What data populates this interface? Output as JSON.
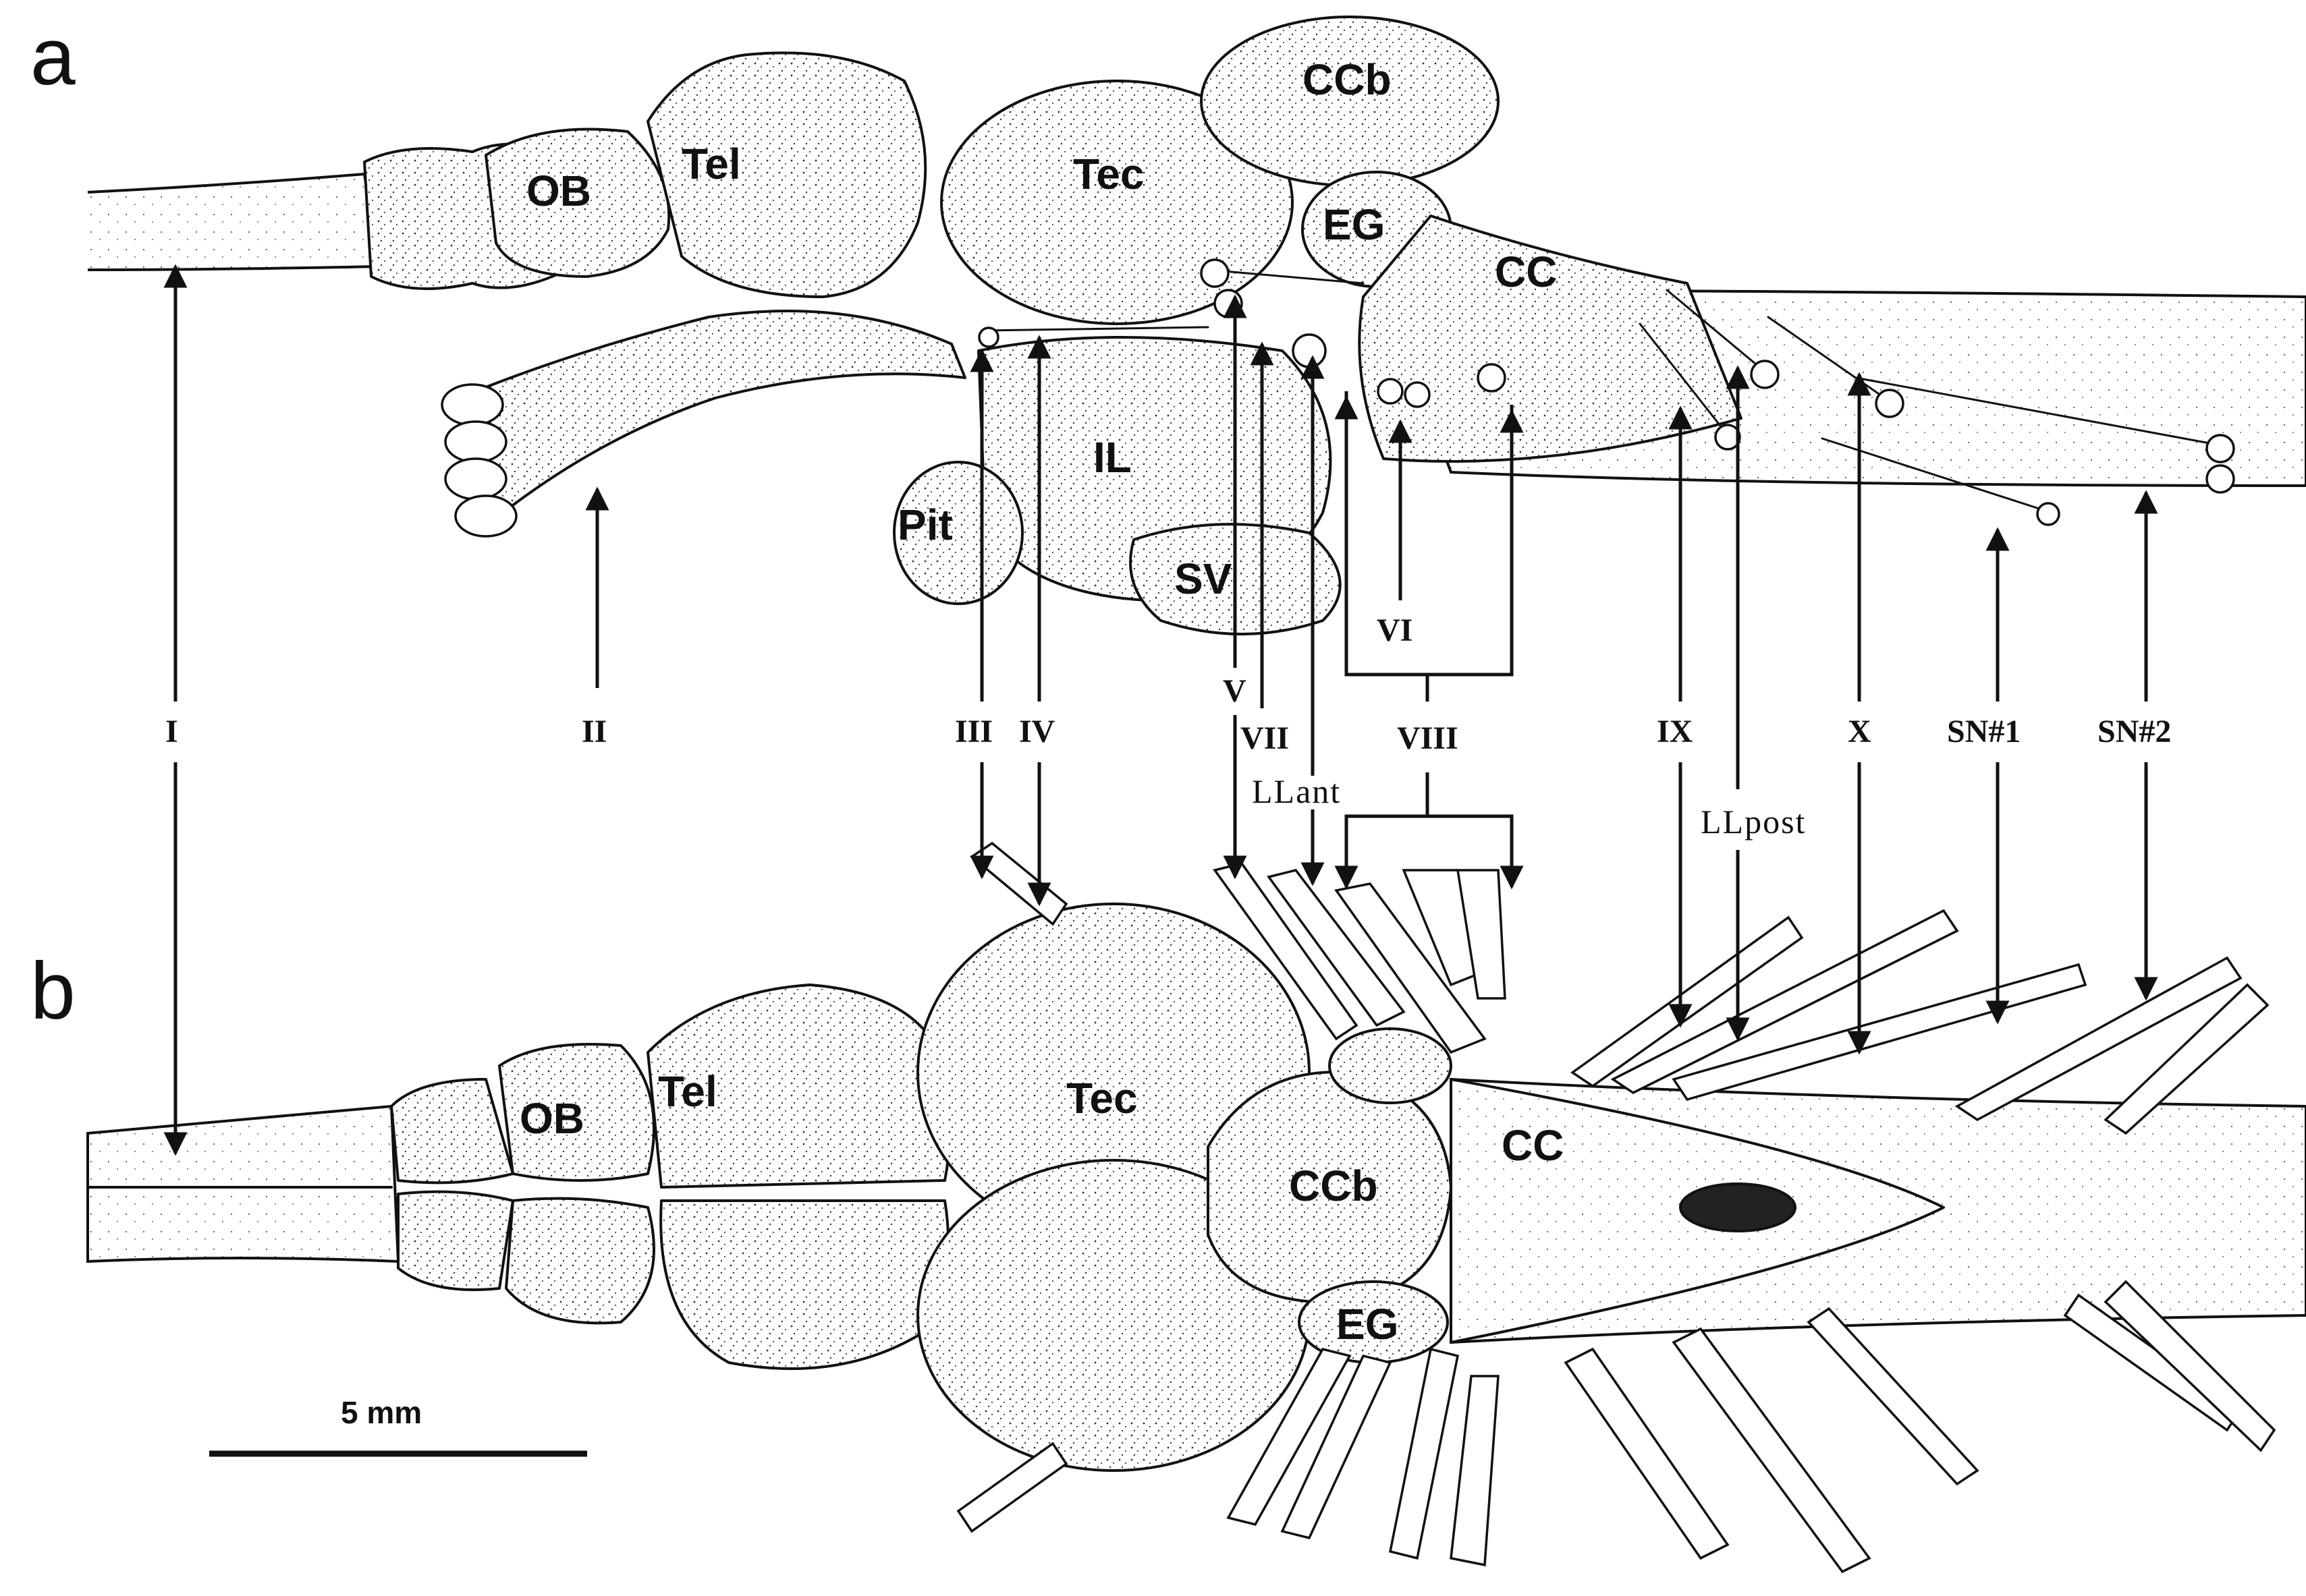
{
  "panels": {
    "a": "a",
    "b": "b"
  },
  "regions_a": {
    "OB": "OB",
    "Tel": "Tel",
    "Tec": "Tec",
    "CCb": "CCb",
    "EG": "EG",
    "CC": "CC",
    "IL": "IL",
    "Pit": "Pit",
    "SV": "SV"
  },
  "regions_b": {
    "OB": "OB",
    "Tel": "Tel",
    "Tec": "Tec",
    "CCb": "CCb",
    "EG": "EG",
    "CC": "CC"
  },
  "nerves": {
    "I": "I",
    "II": "II",
    "III": "III",
    "IV": "IV",
    "V": "V",
    "VI": "VI",
    "VII": "VII",
    "VIII": "VIII",
    "IX": "IX",
    "X": "X",
    "SN1": "SN#1",
    "SN2": "SN#2",
    "LLant": "LLant",
    "LLpost": "LLpost"
  },
  "scale_bar": "5 mm",
  "colors": {
    "ink": "#111111",
    "background": "#ffffff"
  }
}
